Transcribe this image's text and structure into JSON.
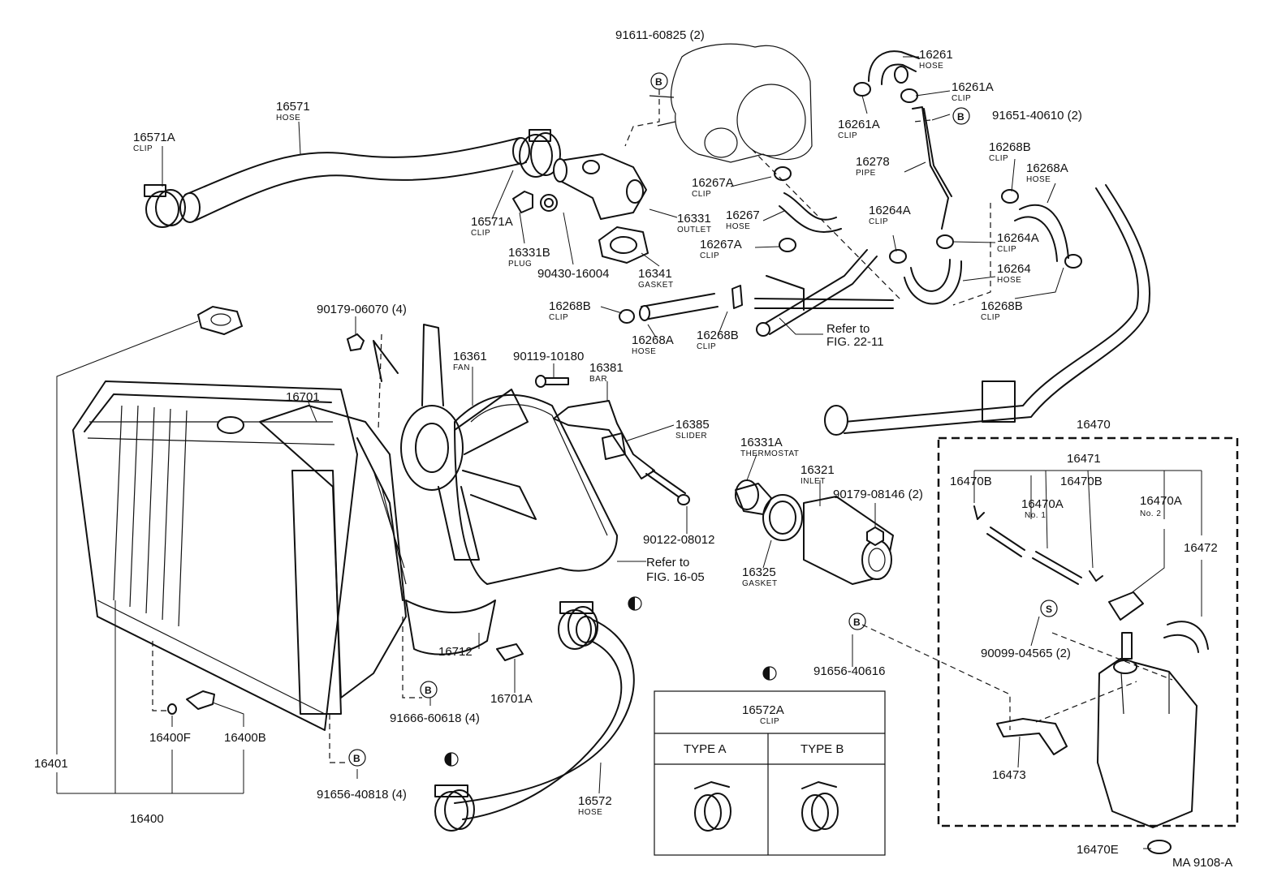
{
  "callouts": [
    {
      "id": "91611-60825",
      "text": "91611-60825 (2)"
    },
    {
      "id": "16261",
      "text": "16261",
      "sub": "HOSE"
    },
    {
      "id": "16261A_r",
      "text": "16261A",
      "sub": "CLIP"
    },
    {
      "id": "16261A_l",
      "text": "16261A",
      "sub": "CLIP"
    },
    {
      "id": "91651-40610",
      "text": "91651-40610 (2)"
    },
    {
      "id": "16571",
      "text": "16571",
      "sub": "HOSE"
    },
    {
      "id": "16571A_top",
      "text": "16571A",
      "sub": "CLIP"
    },
    {
      "id": "16571A_bot",
      "text": "16571A",
      "sub": "CLIP"
    },
    {
      "id": "16331B",
      "text": "16331B",
      "sub": "PLUG"
    },
    {
      "id": "90430-16004",
      "text": "90430-16004"
    },
    {
      "id": "16331",
      "text": "16331",
      "sub": "OUTLET"
    },
    {
      "id": "16341",
      "text": "16341",
      "sub": "GASKET"
    },
    {
      "id": "16267A_top",
      "text": "16267A",
      "sub": "CLIP"
    },
    {
      "id": "16267",
      "text": "16267",
      "sub": "HOSE"
    },
    {
      "id": "16267A_bot",
      "text": "16267A",
      "sub": "CLIP"
    },
    {
      "id": "16278",
      "text": "16278",
      "sub": "PIPE"
    },
    {
      "id": "16268B_top",
      "text": "16268B",
      "sub": "CLIP"
    },
    {
      "id": "16268A_r",
      "text": "16268A",
      "sub": "HOSE"
    },
    {
      "id": "16264A_l",
      "text": "16264A",
      "sub": "CLIP"
    },
    {
      "id": "16264A_r",
      "text": "16264A",
      "sub": "CLIP"
    },
    {
      "id": "16264",
      "text": "16264",
      "sub": "HOSE"
    },
    {
      "id": "16268B_r",
      "text": "16268B",
      "sub": "CLIP"
    },
    {
      "id": "16268B_l",
      "text": "16268B",
      "sub": "CLIP"
    },
    {
      "id": "16268A_l",
      "text": "16268A",
      "sub": "HOSE"
    },
    {
      "id": "16268B_mid",
      "text": "16268B",
      "sub": "CLIP"
    },
    {
      "id": "refer2211",
      "text": "Refer to",
      "sub2": "FIG. 22-11"
    },
    {
      "id": "90179-06070",
      "text": "90179-06070 (4)"
    },
    {
      "id": "90119-10180",
      "text": "90119-10180"
    },
    {
      "id": "16361",
      "text": "16361",
      "sub": "FAN"
    },
    {
      "id": "16381",
      "text": "16381",
      "sub": "BAR"
    },
    {
      "id": "16701",
      "text": "16701"
    },
    {
      "id": "16385",
      "text": "16385",
      "sub": "SLIDER"
    },
    {
      "id": "16331A",
      "text": "16331A",
      "sub": "THERMOSTAT"
    },
    {
      "id": "16321",
      "text": "16321",
      "sub": "INLET"
    },
    {
      "id": "90179-08146",
      "text": "90179-08146 (2)"
    },
    {
      "id": "90122-08012",
      "text": "90122-08012"
    },
    {
      "id": "16325",
      "text": "16325",
      "sub": "GASKET"
    },
    {
      "id": "refer1605",
      "text": "Refer to",
      "sub2": "FIG. 16-05"
    },
    {
      "id": "16712",
      "text": "16712"
    },
    {
      "id": "16701A",
      "text": "16701A"
    },
    {
      "id": "91666-60618",
      "text": "91666-60618 (4)"
    },
    {
      "id": "91656-40616",
      "text": "91656-40616"
    },
    {
      "id": "16400F",
      "text": "16400F"
    },
    {
      "id": "16400B",
      "text": "16400B"
    },
    {
      "id": "16401",
      "text": "16401"
    },
    {
      "id": "16400",
      "text": "16400"
    },
    {
      "id": "91656-40818",
      "text": "91656-40818 (4)"
    },
    {
      "id": "16572",
      "text": "16572",
      "sub": "HOSE"
    },
    {
      "id": "16470",
      "text": "16470"
    },
    {
      "id": "16471",
      "text": "16471"
    },
    {
      "id": "16470B_l",
      "text": "16470B"
    },
    {
      "id": "16470B_r",
      "text": "16470B"
    },
    {
      "id": "16470A_1",
      "text": "16470A",
      "sub": "No. 1"
    },
    {
      "id": "16470A_2",
      "text": "16470A",
      "sub": "No. 2"
    },
    {
      "id": "16472",
      "text": "16472"
    },
    {
      "id": "90099-04565",
      "text": "90099-04565 (2)"
    },
    {
      "id": "16473",
      "text": "16473"
    },
    {
      "id": "16470E",
      "text": "16470E"
    }
  ],
  "clip_table": {
    "part": "16572A",
    "sub": "CLIP",
    "type_a": "TYPE A",
    "type_b": "TYPE B"
  },
  "symbols": {
    "b": "B",
    "s": "S"
  },
  "figure_code": "MA 9108-A"
}
